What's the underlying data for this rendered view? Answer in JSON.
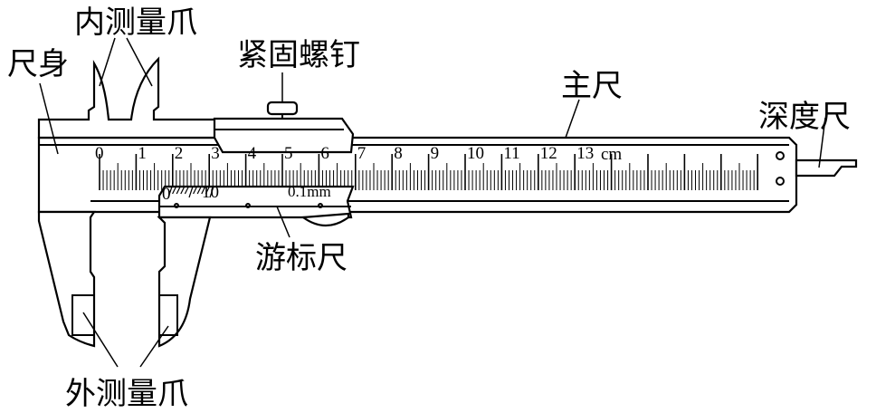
{
  "labels": {
    "main_body": "尺身",
    "inner_jaws": "内测量爪",
    "lock_screw": "紧固螺钉",
    "main_scale": "主尺",
    "depth_rod": "深度尺",
    "vernier_scale": "游标尺",
    "outer_jaws": "外测量爪"
  },
  "main_scale": {
    "numbers": [
      "0",
      "1",
      "2",
      "3",
      "4",
      "5",
      "6",
      "7",
      "8",
      "9",
      "10",
      "11",
      "12",
      "13"
    ],
    "unit": "cm",
    "total_mm": 180
  },
  "vernier": {
    "start": "0",
    "end": "10",
    "precision": "0.1mm",
    "divisions": 10
  }
}
